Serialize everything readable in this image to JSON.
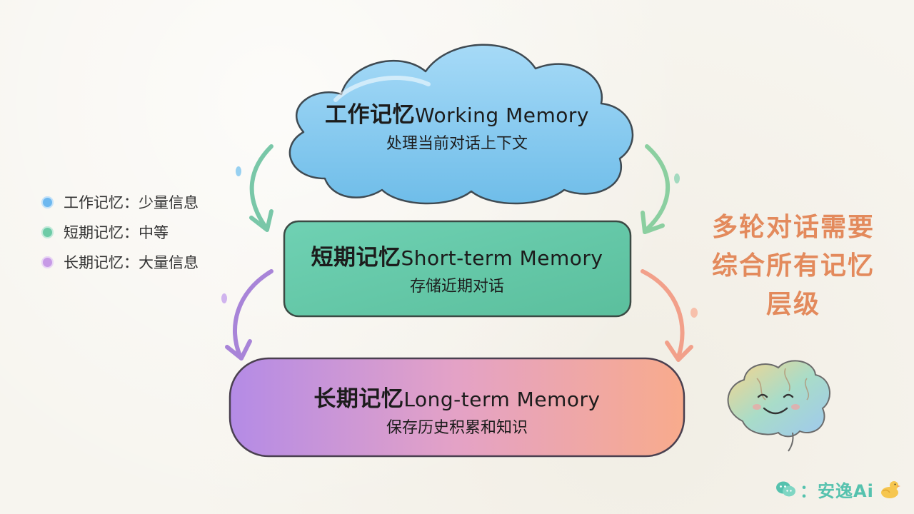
{
  "nodes": {
    "working": {
      "title_zh": "工作记忆",
      "title_en": "Working Memory",
      "subtitle": "处理当前对话上下文",
      "color": "#7ec6ef"
    },
    "short": {
      "title_zh": "短期记忆",
      "title_en": "Short-term Memory",
      "subtitle": "存储近期对话",
      "color": "#67c9a9"
    },
    "long": {
      "title_zh": "长期记忆",
      "title_en": "Long-term Memory",
      "subtitle": "保存历史积累和知识",
      "color_start": "#b58ee6",
      "color_end": "#f7a58e"
    }
  },
  "legend": [
    {
      "label": "工作记忆：少量信息",
      "color": "#6db8ef"
    },
    {
      "label": "短期记忆：中等",
      "color": "#6dcba6"
    },
    {
      "label": "长期记忆：大量信息",
      "color": "#c79ae6"
    }
  ],
  "note": {
    "lines": [
      "多轮对话需要",
      "综合所有记忆",
      "层级"
    ],
    "color": "#e38a5c"
  },
  "watermark": {
    "text": "：安逸Ai"
  },
  "icons": [
    "brain-icon",
    "wechat-icon",
    "duck-icon"
  ]
}
